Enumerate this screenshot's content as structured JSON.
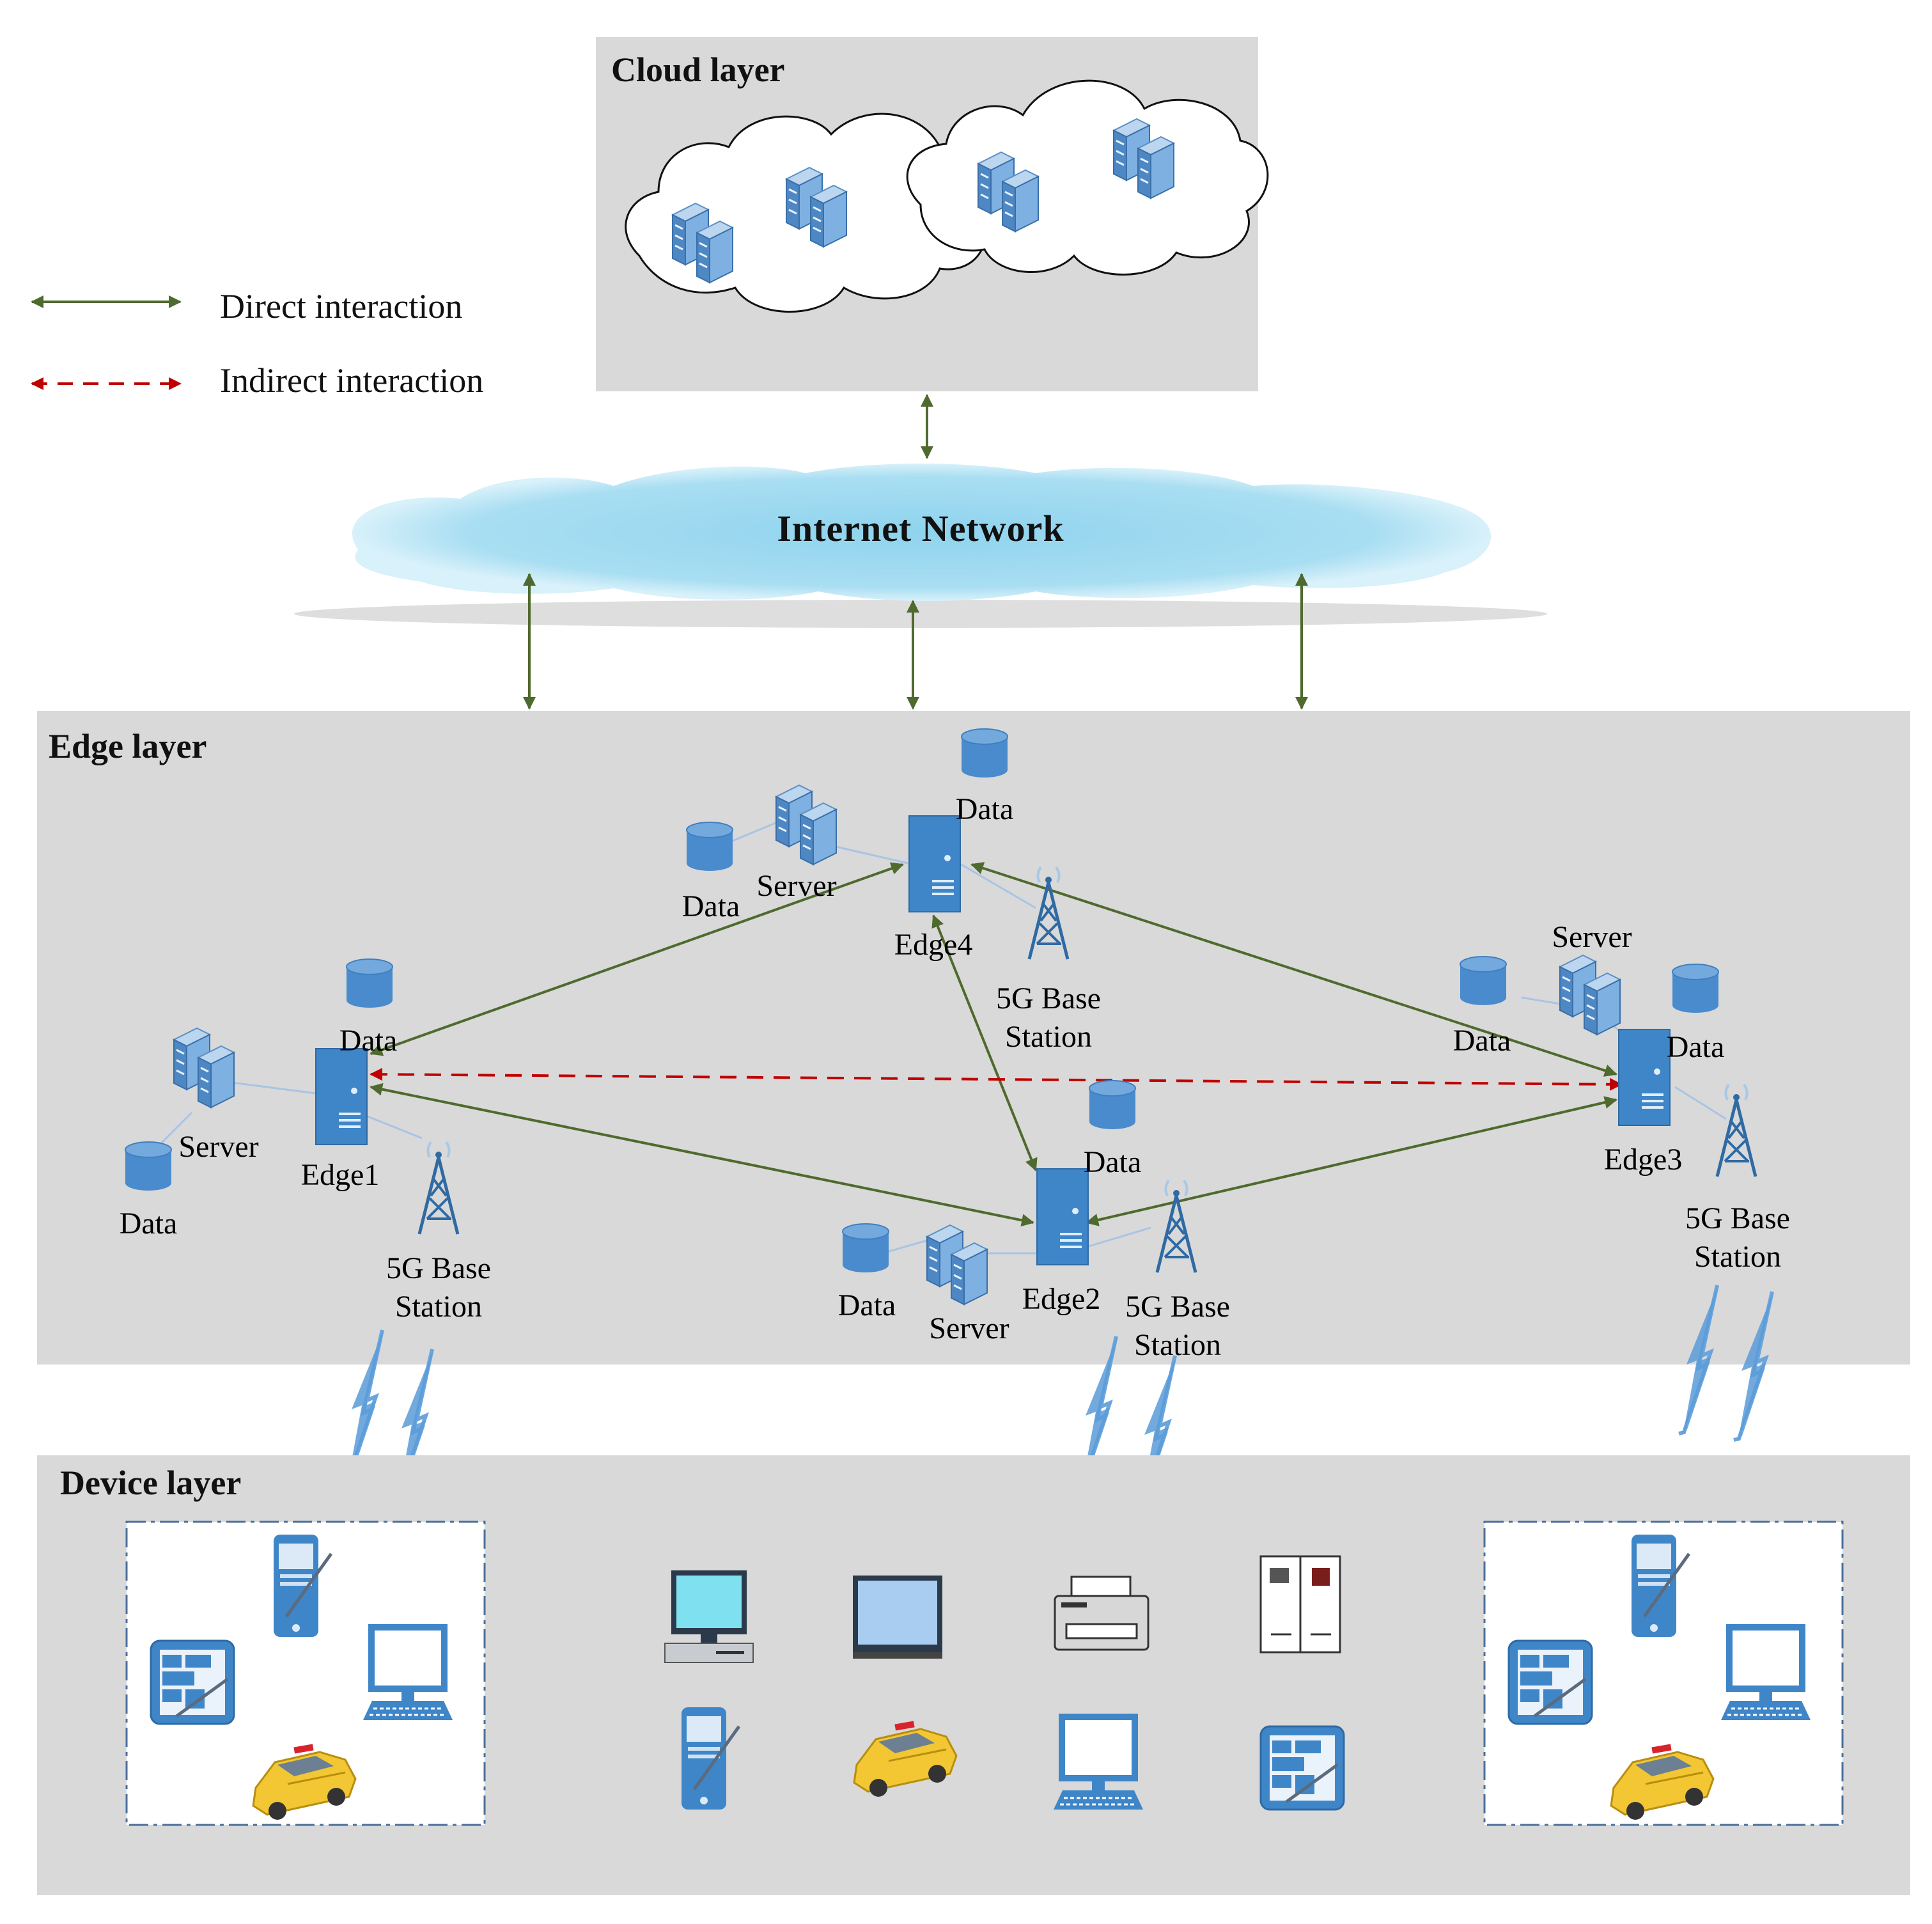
{
  "legend": {
    "direct_label": "Direct interaction",
    "indirect_label": "Indirect interaction"
  },
  "cloud_layer": {
    "title": "Cloud layer"
  },
  "internet": {
    "label": "Internet Network"
  },
  "edge_layer": {
    "title": "Edge layer"
  },
  "device_layer": {
    "title": "Device layer"
  },
  "edges": {
    "edge1": {
      "label": "Edge1",
      "data": "Data",
      "server": "Server",
      "data2": "Data",
      "station": "5G Base\nStation"
    },
    "edge2": {
      "label": "Edge2",
      "data": "Data",
      "data2": "Data",
      "server": "Server",
      "station": "5G Base\nStation"
    },
    "edge3": {
      "label": "Edge3",
      "server": "Server",
      "data": "Data",
      "data2": "Data",
      "station": "5G Base\nStation"
    },
    "edge4": {
      "label": "Edge4",
      "data": "Data",
      "data2": "Data",
      "server": "Server",
      "station": "5G Base\nStation"
    }
  },
  "colors": {
    "direct_arrow": "#4f6a2e",
    "indirect_arrow": "#c00000",
    "layer_bg": "#d9d9d9",
    "device_blue": "#3f86c8",
    "internet_cloud": "#9ed8ef"
  }
}
